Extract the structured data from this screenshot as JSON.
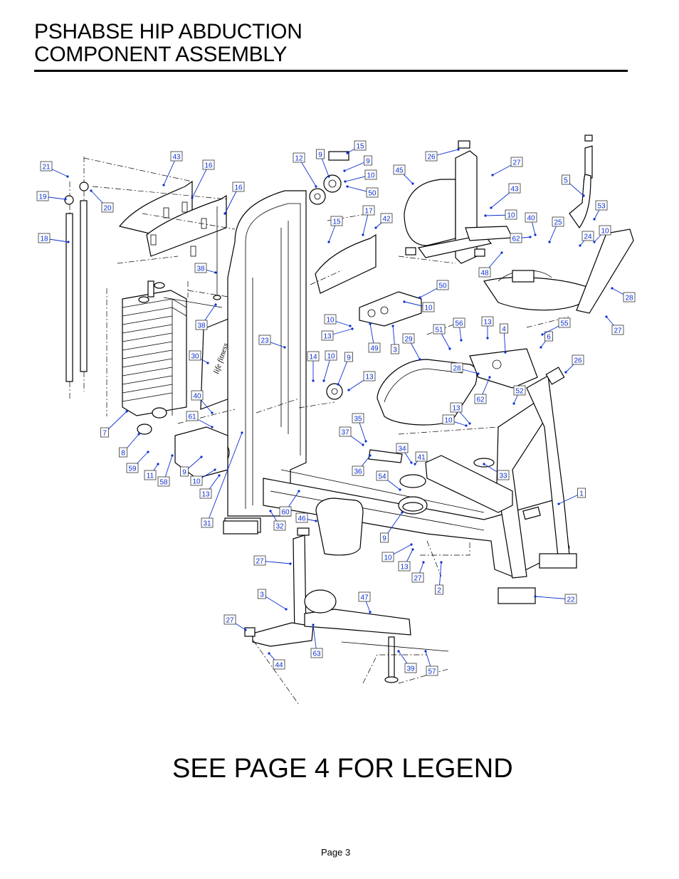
{
  "header": {
    "title_line1": "PSHABSE HIP ABDUCTION",
    "title_line2": "COMPONENT ASSEMBLY"
  },
  "diagram": {
    "part_callouts": [
      "1",
      "2",
      "3",
      "3",
      "4",
      "5",
      "6",
      "7",
      "8",
      "9",
      "9",
      "9",
      "9",
      "9",
      "10",
      "10",
      "10",
      "10",
      "10",
      "10",
      "10",
      "10",
      "10",
      "11",
      "12",
      "13",
      "13",
      "13",
      "13",
      "13",
      "13",
      "14",
      "15",
      "15",
      "16",
      "16",
      "17",
      "18",
      "19",
      "20",
      "21",
      "22",
      "23",
      "24",
      "25",
      "26",
      "26",
      "27",
      "27",
      "27",
      "27",
      "27",
      "28",
      "28",
      "29",
      "30",
      "31",
      "32",
      "33",
      "34",
      "35",
      "36",
      "37",
      "38",
      "38",
      "39",
      "40",
      "40",
      "41",
      "42",
      "43",
      "43",
      "44",
      "45",
      "46",
      "47",
      "48",
      "49",
      "50",
      "50",
      "51",
      "52",
      "53",
      "54",
      "55",
      "56",
      "57",
      "58",
      "59",
      "60",
      "61",
      "62",
      "62",
      "63"
    ]
  },
  "footer": {
    "legend_note": "SEE PAGE 4 FOR LEGEND",
    "page_label": "Page 3"
  },
  "colors": {
    "callout_text": "#0a2fd0",
    "line_art": "#000000"
  }
}
